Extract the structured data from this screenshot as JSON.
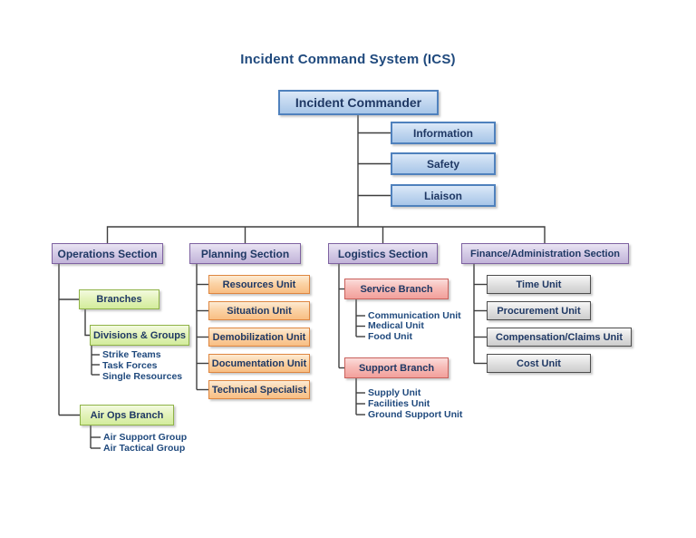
{
  "title": "Incident Command System (ICS)",
  "commander": {
    "label": "Incident Commander"
  },
  "command_staff": [
    {
      "label": "Information"
    },
    {
      "label": "Safety"
    },
    {
      "label": "Liaison"
    }
  ],
  "sections": {
    "operations": {
      "label": "Operations Section",
      "branches": {
        "label": "Branches"
      },
      "divisions_groups": {
        "label": "Divisions & Groups",
        "items": [
          "Strike Teams",
          "Task Forces",
          "Single Resources"
        ]
      },
      "air_ops": {
        "label": "Air Ops Branch",
        "items": [
          "Air Support Group",
          "Air Tactical Group"
        ]
      }
    },
    "planning": {
      "label": "Planning Section",
      "units": [
        "Resources Unit",
        "Situation Unit",
        "Demobilization Unit",
        "Documentation Unit",
        "Technical Specialist"
      ]
    },
    "logistics": {
      "label": "Logistics Section",
      "service_branch": {
        "label": "Service Branch",
        "items": [
          "Communication Unit",
          "Medical Unit",
          "Food Unit"
        ]
      },
      "support_branch": {
        "label": "Support Branch",
        "items": [
          "Supply Unit",
          "Facilities Unit",
          "Ground Support Unit"
        ]
      }
    },
    "finance": {
      "label": "Finance/Administration Section",
      "units": [
        "Time Unit",
        "Procurement Unit",
        "Compensation/Claims Unit",
        "Cost Unit"
      ]
    }
  },
  "colors": {
    "title_text": "#1F497D",
    "node_text": "#1F3864",
    "item_text": "#1F497D",
    "connector_line": "#3F3F3F",
    "blue_fill": "#C3D8F0",
    "blue_border": "#4F81BD",
    "purple_fill": "#D6CCE7",
    "purple_border": "#7E62A1",
    "green_fill": "#E4F3BC",
    "green_border": "#8FB347",
    "orange_fill": "#FBD3A6",
    "orange_border": "#DE8640",
    "pink_fill": "#F7BCB8",
    "pink_border": "#C9615C",
    "gray_fill": "#E3E3E3",
    "gray_border": "#4D4D4D"
  }
}
